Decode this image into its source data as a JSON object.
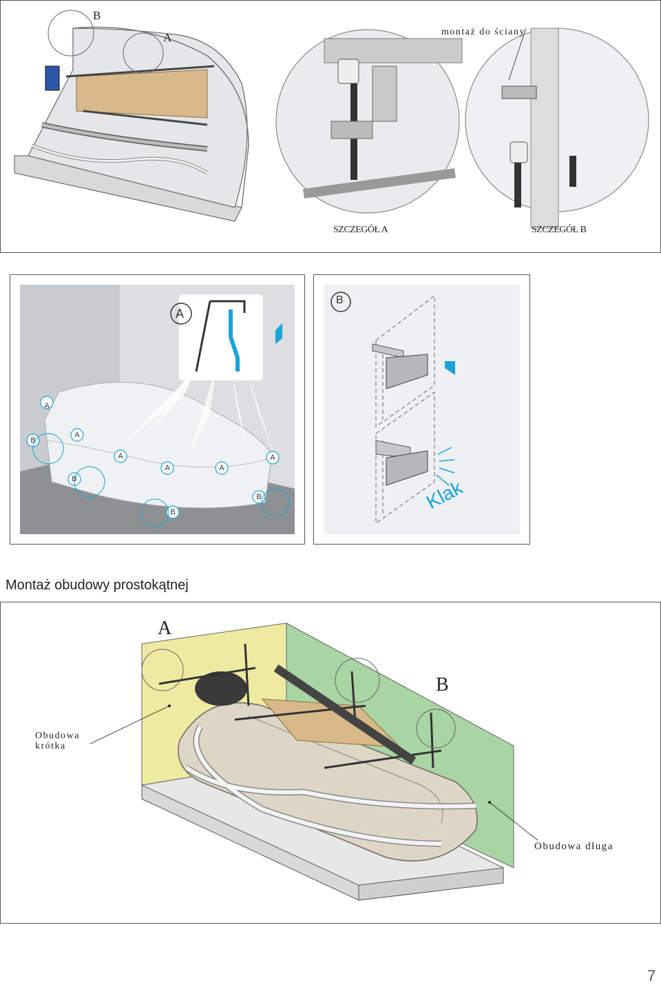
{
  "panel1": {
    "label_b": "B",
    "label_a": "A",
    "wall_mount": "montaż do ściany",
    "detail_a": "SZCZEGÓŁ A",
    "detail_b": "SZCZEGÓŁ B"
  },
  "panel2": {
    "callout_a": "A",
    "markers": [
      "A",
      "B",
      "A",
      "A",
      "A",
      "A",
      "A",
      "B",
      "B",
      "B"
    ]
  },
  "panel3": {
    "callout_b": "B",
    "klak": "Klak"
  },
  "section_title": "Montaż obudowy prostokątnej",
  "panel4": {
    "label_a": "A",
    "label_b": "B",
    "short_panel": "Obudowa krótka",
    "long_panel": "Obudowa długa"
  },
  "page_number": "7",
  "colors": {
    "cyan_accent": "#1aa3d9",
    "yellow_panel": "#efeaa2",
    "green_panel": "#a9d4a3",
    "wood": "#d8b98a"
  }
}
